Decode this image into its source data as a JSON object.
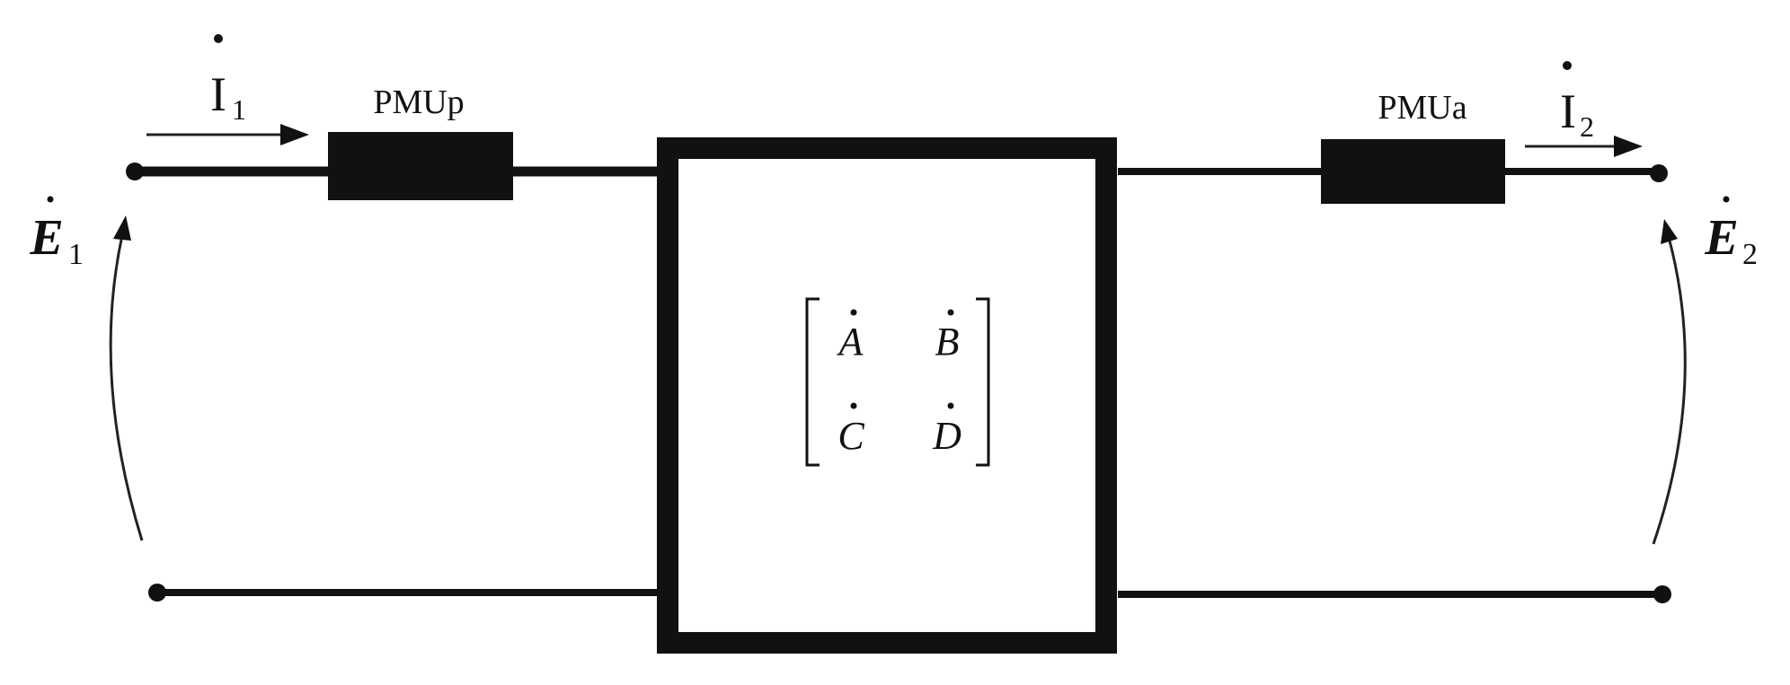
{
  "pmu_left": {
    "label": "PMUp"
  },
  "pmu_right": {
    "label": "PMUa"
  },
  "current_in": {
    "symbol": "I",
    "subscript": "1"
  },
  "current_out": {
    "symbol": "I",
    "subscript": "2"
  },
  "voltage_in": {
    "symbol": "E",
    "subscript": "1"
  },
  "voltage_out": {
    "symbol": "E",
    "subscript": "2"
  },
  "matrix": {
    "a": "A",
    "b": "B",
    "c": "C",
    "d": "D"
  }
}
